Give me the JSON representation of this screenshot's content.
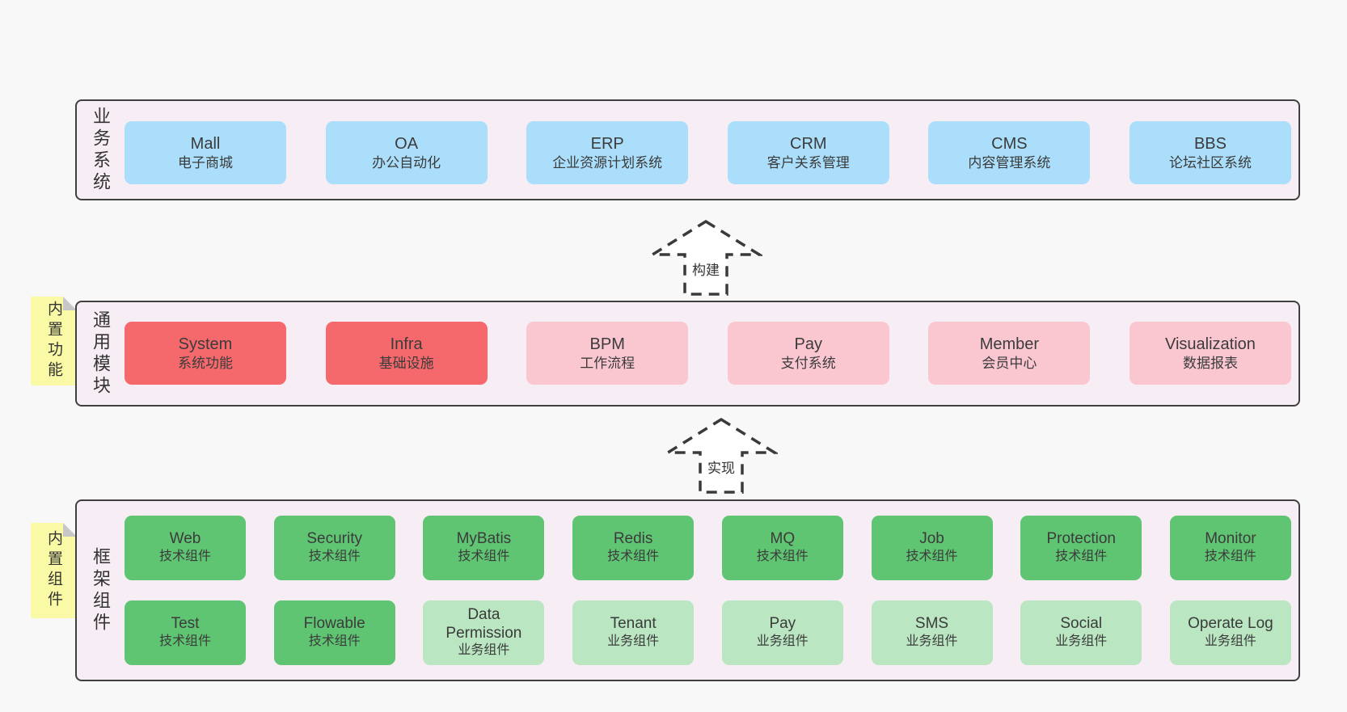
{
  "colors": {
    "page_bg": "#f8f8f8",
    "panel_bg": "#f7edf5",
    "panel_border": "#404040",
    "blue_box": "#abdefa",
    "red_box": "#f5696c",
    "pink_box": "#fac7d1",
    "green_box": "#5fc573",
    "light_green_box": "#bae6c2",
    "sticky_yellow": "#fafaa6",
    "text": "#3b3b3b"
  },
  "layers": {
    "business": {
      "label": "业务系统",
      "boxes": [
        {
          "title": "Mall",
          "subtitle": "电子商城",
          "variant": "blue"
        },
        {
          "title": "OA",
          "subtitle": "办公自动化",
          "variant": "blue"
        },
        {
          "title": "ERP",
          "subtitle": "企业资源计划系统",
          "variant": "blue"
        },
        {
          "title": "CRM",
          "subtitle": "客户关系管理",
          "variant": "blue"
        },
        {
          "title": "CMS",
          "subtitle": "内容管理系统",
          "variant": "blue"
        },
        {
          "title": "BBS",
          "subtitle": "论坛社区系统",
          "variant": "blue"
        }
      ]
    },
    "modules": {
      "label": "通用模块",
      "sticky": "内置功能",
      "boxes": [
        {
          "title": "System",
          "subtitle": "系统功能",
          "variant": "red"
        },
        {
          "title": "Infra",
          "subtitle": "基础设施",
          "variant": "red"
        },
        {
          "title": "BPM",
          "subtitle": "工作流程",
          "variant": "pink"
        },
        {
          "title": "Pay",
          "subtitle": "支付系统",
          "variant": "pink"
        },
        {
          "title": "Member",
          "subtitle": "会员中心",
          "variant": "pink"
        },
        {
          "title": "Visualization",
          "subtitle": "数据报表",
          "variant": "pink"
        }
      ]
    },
    "components": {
      "label": "框架组件",
      "sticky": "内置组件",
      "row1": [
        {
          "title": "Web",
          "subtitle": "技术组件",
          "variant": "green"
        },
        {
          "title": "Security",
          "subtitle": "技术组件",
          "variant": "green"
        },
        {
          "title": "MyBatis",
          "subtitle": "技术组件",
          "variant": "green"
        },
        {
          "title": "Redis",
          "subtitle": "技术组件",
          "variant": "green"
        },
        {
          "title": "MQ",
          "subtitle": "技术组件",
          "variant": "green"
        },
        {
          "title": "Job",
          "subtitle": "技术组件",
          "variant": "green"
        },
        {
          "title": "Protection",
          "subtitle": "技术组件",
          "variant": "green"
        },
        {
          "title": "Monitor",
          "subtitle": "技术组件",
          "variant": "green"
        }
      ],
      "row2": [
        {
          "title": "Test",
          "subtitle": "技术组件",
          "variant": "green"
        },
        {
          "title": "Flowable",
          "subtitle": "技术组件",
          "variant": "green"
        },
        {
          "title": "Data Permission",
          "subtitle": "业务组件",
          "variant": "lightgreen"
        },
        {
          "title": "Tenant",
          "subtitle": "业务组件",
          "variant": "lightgreen"
        },
        {
          "title": "Pay",
          "subtitle": "业务组件",
          "variant": "lightgreen"
        },
        {
          "title": "SMS",
          "subtitle": "业务组件",
          "variant": "lightgreen"
        },
        {
          "title": "Social",
          "subtitle": "业务组件",
          "variant": "lightgreen"
        },
        {
          "title": "Operate Log",
          "subtitle": "业务组件",
          "variant": "lightgreen"
        }
      ]
    }
  },
  "arrows": [
    {
      "label": "构建"
    },
    {
      "label": "实现"
    }
  ]
}
